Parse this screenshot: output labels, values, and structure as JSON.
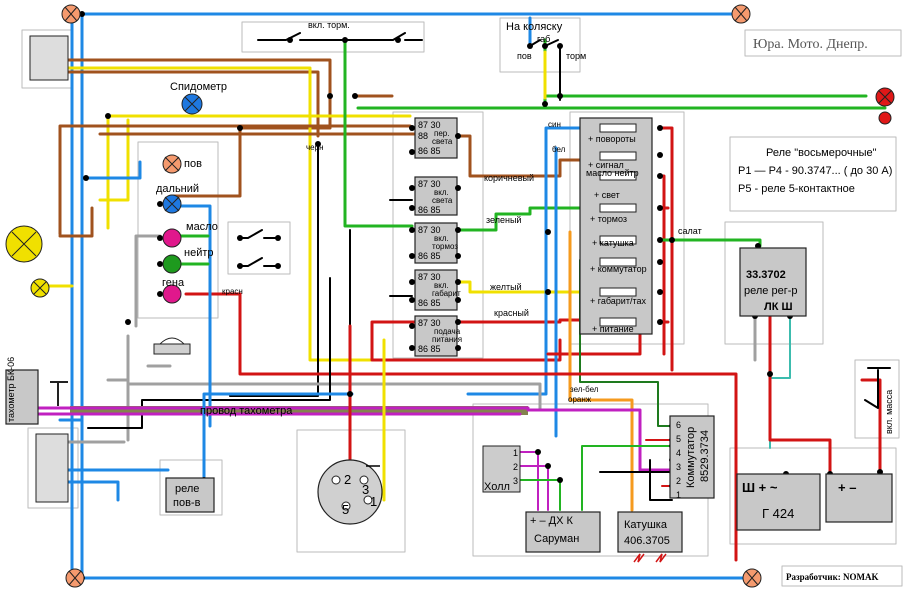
{
  "title": "Юра. Мото. Днепр.",
  "author": "Разработчик: NOMAK",
  "relay_note": {
    "line1": "Реле  \"восьмерочные\"",
    "line2": "Р1 — Р4 -   90.3747...  ( до 30 А)",
    "line3": "Р5 - реле 5-контактное"
  },
  "labels": {
    "brake_switch": "вкл. торм.",
    "sidecar": "На коляску",
    "gab": "габ",
    "pov": "пов",
    "torm": "торм",
    "speedometer": "Спидометр",
    "pov_lamp": "пов",
    "dalny": "дальний",
    "maslo": "масло",
    "neitr": "нейтр",
    "gena": "гена",
    "tachometer": "тахометр\nБК-06",
    "tacho_wire": "провод   тахометра",
    "relay_pov": "реле\nпов-в",
    "hall": "Холл",
    "saruman_pins": "+  –  ДХ  К",
    "saruman": "Саруман",
    "coil": "Катушка\n406.3705",
    "commutator": "Коммутатор\n8529.3734",
    "regulator_code": "33.3702",
    "regulator": "реле рег-р",
    "regulator_pins": "ЛК  Ш",
    "generator": "Г 424",
    "mass_switch": "вкл. масса",
    "chern": "черн",
    "sin": "син",
    "bel": "бел",
    "korich": "коричневый",
    "zelen": "зеленый",
    "zhelt": "желтый",
    "krasn": "красный",
    "krasn2": "красн",
    "salat": "салат",
    "zel_bel": "зел-бел",
    "orange": "оранж"
  },
  "relays": [
    {
      "top": "87   30",
      "mid": "88",
      "name": "пер.\nсвета",
      "bot": "86   85"
    },
    {
      "top": "87   30",
      "mid": "",
      "name": "вкл.\nсвета",
      "bot": "86   85"
    },
    {
      "top": "87   30",
      "mid": "",
      "name": "вкл.\nтормоз",
      "bot": "86   85"
    },
    {
      "top": "87   30",
      "mid": "",
      "name": "вкл.\nгабарит",
      "bot": "86   85"
    },
    {
      "top": "87   30",
      "mid": "",
      "name": "подача\nпитания",
      "bot": "86   85"
    }
  ],
  "fuses": [
    "+ повороты",
    "+ сигнал",
    "масло   нейтр",
    "+ свет",
    "+ тормоз",
    "+ катушка",
    "+ коммутатор",
    "+ габарит/тах",
    "+ питание"
  ],
  "connector_pins": [
    "2",
    "3",
    "5",
    "1"
  ],
  "hall_pins": [
    "1",
    "2",
    "3"
  ],
  "commutator_pins": [
    "6",
    "5",
    "4",
    "3",
    "2",
    "1"
  ],
  "colors": {
    "blue": "#1e88e5",
    "brown": "#a0521e",
    "yellow": "#f0e000",
    "green": "#22b422",
    "red": "#d21414",
    "gray": "#a0a0a0",
    "black": "#000000",
    "orange": "#f59a1e",
    "purple": "#c020c0",
    "teal": "#3cbcae",
    "olive": "#84824e",
    "dkgreen": "#1e7a1e"
  }
}
